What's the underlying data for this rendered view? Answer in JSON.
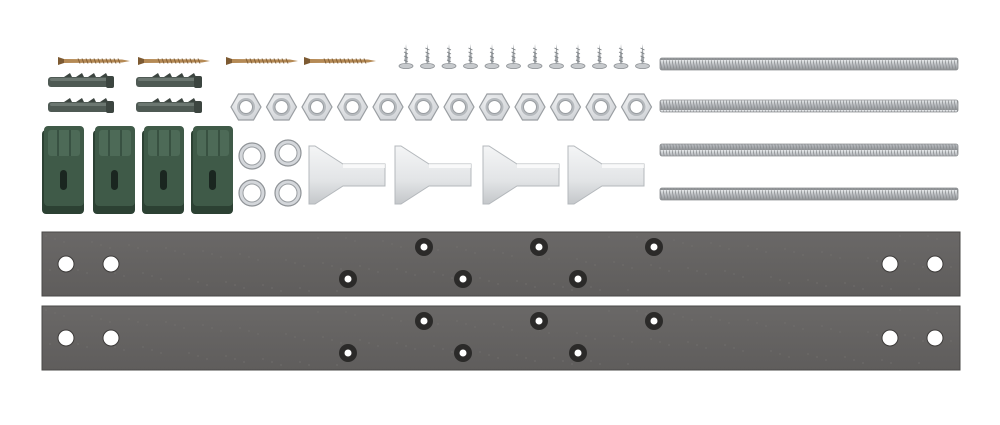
{
  "scene": {
    "background": "#ffffff",
    "colors": {
      "wood_screw": "#b58a55",
      "wood_screw_shadow": "#7d5a32",
      "dowel": "#4f5a54",
      "bracket": "#3f5a48",
      "bracket_shadow": "#2c4133",
      "nut": "#cfd2d6",
      "washer": "#d4d7db",
      "cone": "#e2e4e6",
      "threaded_rod": "#b9bcc0",
      "strip": "#5f5d5c",
      "screw_small": "#c7cacd"
    },
    "items": {
      "wood_screws": 4,
      "wall_plugs": 4,
      "green_brackets": 4,
      "small_screws": 12,
      "hex_nuts": 12,
      "washers": 4,
      "cone_spacers": 4,
      "threaded_rods": 4,
      "mounting_strips": 2
    }
  }
}
